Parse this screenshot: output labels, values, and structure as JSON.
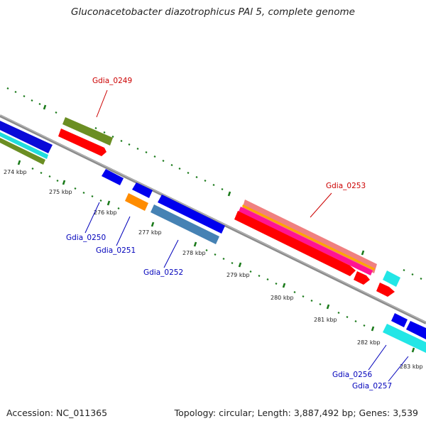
{
  "title": "Gluconacetobacter diazotrophicus PAl 5, complete genome",
  "footer": {
    "accession": "Accession: NC_011365",
    "topology": "Topology: circular; Length: 3,887,492 bp; Genes: 3,539"
  },
  "colors": {
    "backbone": "#8c8c8c",
    "ticks": "#1a7a1a",
    "label_red": "#cc0000",
    "label_blue": "#0000bb"
  },
  "scale_labels": [
    "274 kbp",
    "275 kbp",
    "276 kbp",
    "277 kbp",
    "278 kbp",
    "279 kbp",
    "280 kbp",
    "281 kbp",
    "282 kbp",
    "283 kbp"
  ],
  "gene_labels": [
    {
      "text": "Gdia_0249",
      "color": "red"
    },
    {
      "text": "Gdia_0253",
      "color": "red"
    },
    {
      "text": "Gdia_0250",
      "color": "blue"
    },
    {
      "text": "Gdia_0251",
      "color": "blue"
    },
    {
      "text": "Gdia_0252",
      "color": "blue"
    },
    {
      "text": "Gdia_0256",
      "color": "blue"
    },
    {
      "text": "Gdia_0257",
      "color": "blue"
    }
  ]
}
